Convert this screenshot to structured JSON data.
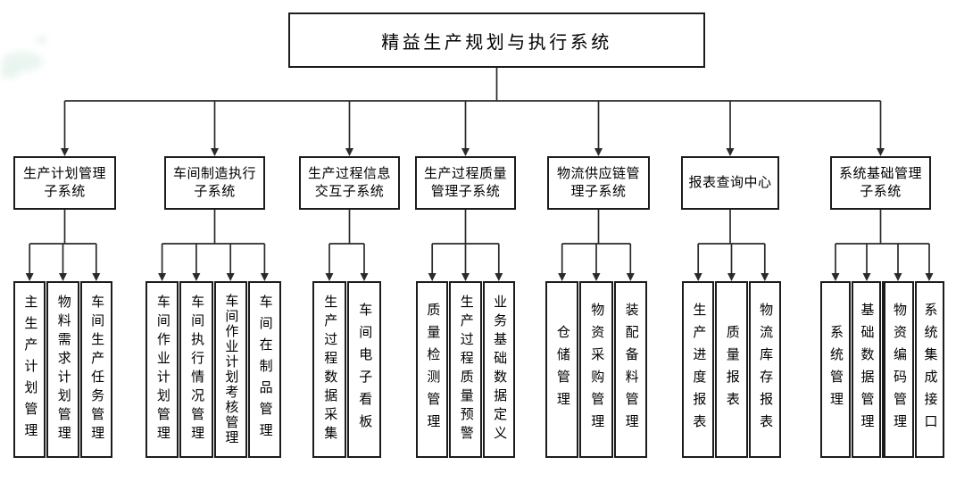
{
  "root": {
    "label": "精益生产规划与执行系统"
  },
  "subsystems": [
    {
      "label": "生产计划管理\n子系统",
      "children": [
        "主生产计划管理",
        "物料需求计划管理",
        "车间生产任务管理"
      ]
    },
    {
      "label": "车间制造执行\n子系统",
      "children": [
        "车间作业计划管理",
        "车间执行情况管理",
        "车间作业计划考核管理",
        "车间在制品管理"
      ]
    },
    {
      "label": "生产过程信息\n交互子系统",
      "children": [
        "生产过程数据采集",
        "车间电子看板"
      ]
    },
    {
      "label": "生产过程质量\n管理子系统",
      "children": [
        "质量检测管理",
        "生产过程质量预警",
        "业务基础数据定义"
      ]
    },
    {
      "label": "物流供应链管\n理子系统",
      "children": [
        "仓储管理",
        "物资采购管理",
        "装配备料管理"
      ]
    },
    {
      "label": "报表查询中心",
      "children": [
        "生产进度报表",
        "质量报表",
        "物流库存报表"
      ]
    },
    {
      "label": "系统基础管理\n子系统",
      "children": [
        "系统管理",
        "基础数据管理",
        "物资编码管理",
        "系统集成接口"
      ]
    }
  ],
  "colors": {
    "line": "#2a2a2a",
    "border": "#1c1c1c",
    "background": "#ffffff",
    "text": "#000000"
  }
}
